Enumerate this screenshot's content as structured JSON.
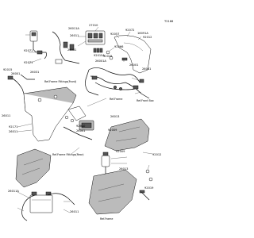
{
  "diagram_code": "T2166",
  "part_labels": [
    "26011A",
    "26011",
    "27010",
    "16091A",
    "92072",
    "92012",
    "92057",
    "92066",
    "92071",
    "92015A",
    "92015",
    "26031",
    "92071",
    "26031",
    "26001",
    "26001A",
    "26041",
    "92015",
    "26001",
    "26013",
    "92009",
    "26011",
    "92171",
    "26011",
    "92010",
    "26001",
    "92012",
    "26013",
    "92009",
    "92019",
    "26011A",
    "26011"
  ],
  "ref_labels": {
    "frame_fittings_front": "Ref.Frame Fittings(Front)",
    "frame_upper": "Ref.Frame",
    "front_box": "Ref.Front Box",
    "frame_fittings_rear": "Ref.Frame Fittings(Rear)",
    "frame_lower": "Ref.Frame"
  }
}
